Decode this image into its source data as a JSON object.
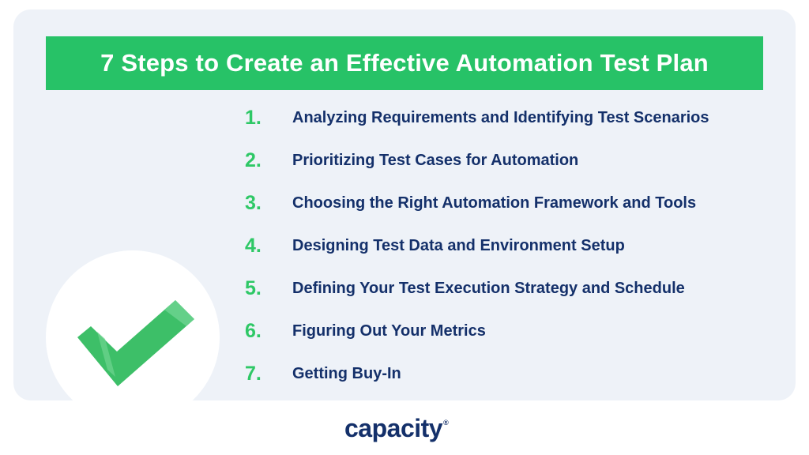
{
  "title": "7 Steps to Create an Effective Automation Test Plan",
  "steps": [
    {
      "number": "1.",
      "label": "Analyzing Requirements and Identifying Test Scenarios"
    },
    {
      "number": "2.",
      "label": "Prioritizing Test Cases for Automation"
    },
    {
      "number": "3.",
      "label": "Choosing the Right Automation Framework and Tools"
    },
    {
      "number": "4.",
      "label": "Designing Test Data and Environment Setup"
    },
    {
      "number": "5.",
      "label": "Defining Your Test Execution Strategy and Schedule"
    },
    {
      "number": "6.",
      "label": "Figuring Out Your Metrics"
    },
    {
      "number": "7.",
      "label": "Getting Buy-In"
    }
  ],
  "logo": {
    "text": "capacity",
    "mark": "®"
  },
  "colors": {
    "accent": "#27c267",
    "text": "#14306a",
    "card": "#eef2f8"
  }
}
